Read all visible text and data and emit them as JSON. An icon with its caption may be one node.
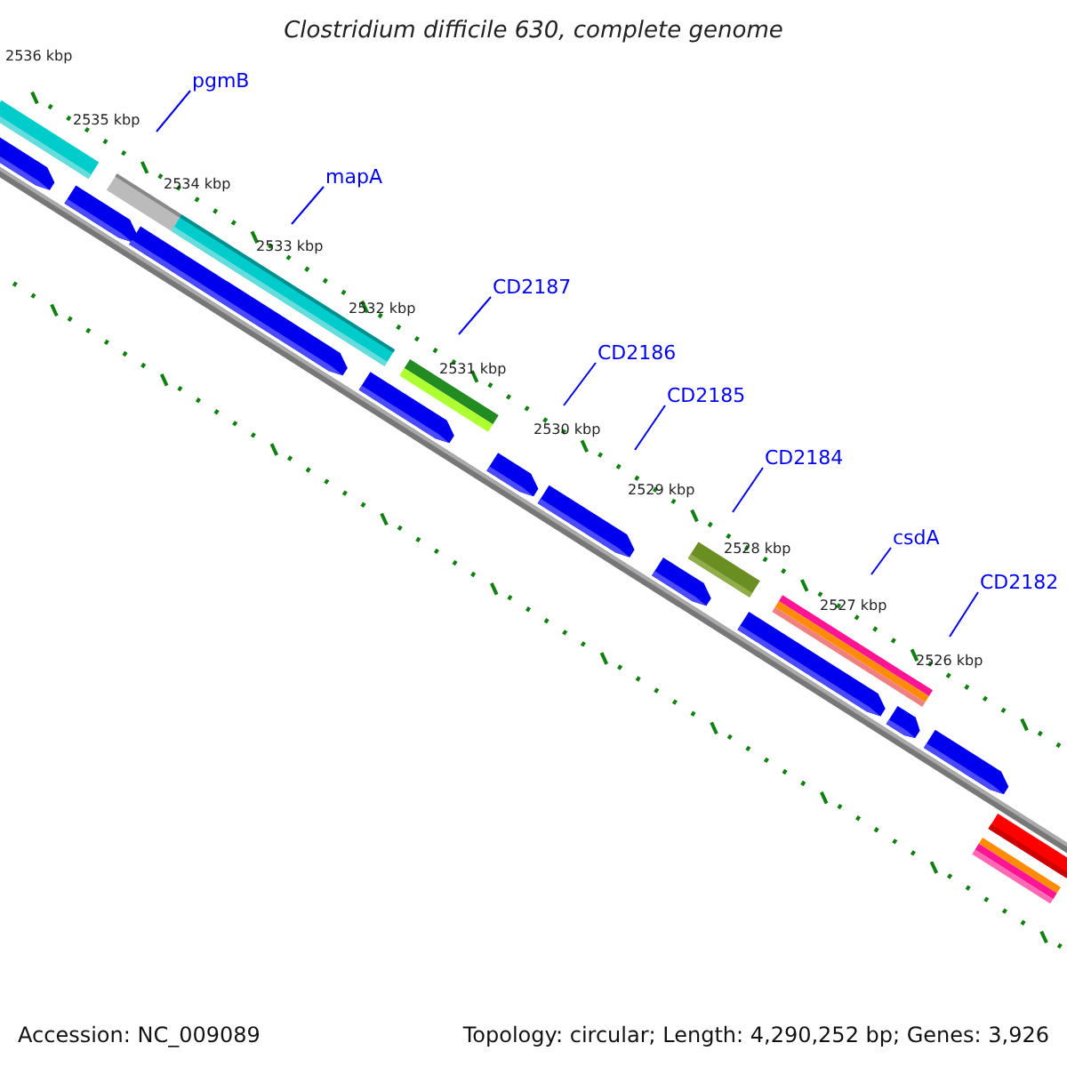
{
  "diagram": {
    "title": "Clostridium difficile 630, complete genome",
    "nodes": [
      {
        "text": [
          "pgmB"
        ]
      },
      {
        "text": [
          "mapA"
        ]
      },
      {
        "text": [
          "CD2187"
        ]
      },
      {
        "text": [
          "CD2186"
        ]
      },
      {
        "text": [
          "CD2185"
        ]
      },
      {
        "text": [
          "CD2184"
        ]
      },
      {
        "text": [
          "csdA"
        ]
      },
      {
        "text": [
          "CD2182"
        ]
      }
    ],
    "edges": [
      {
        "from": 0,
        "to": null,
        "arrow": "none"
      },
      {
        "from": 1,
        "to": null,
        "arrow": "none"
      },
      {
        "from": 2,
        "to": null,
        "arrow": "none"
      },
      {
        "from": 3,
        "to": null,
        "arrow": "none"
      },
      {
        "from": 4,
        "to": null,
        "arrow": "none"
      },
      {
        "from": 5,
        "to": null,
        "arrow": "none"
      },
      {
        "from": 6,
        "to": null,
        "arrow": "none"
      },
      {
        "from": 7,
        "to": null,
        "arrow": "none"
      }
    ],
    "labels": [
      "2536 kbp",
      "2535 kbp",
      "2534 kbp",
      "2533 kbp",
      "2532 kbp",
      "2531 kbp",
      "2530 kbp",
      "2529 kbp",
      "2528 kbp",
      "2527 kbp",
      "2526 kbp",
      "Accession: NC_009089",
      "Topology: circular; Length: 4,290,252 bp; Genes: 3,926"
    ]
  }
}
